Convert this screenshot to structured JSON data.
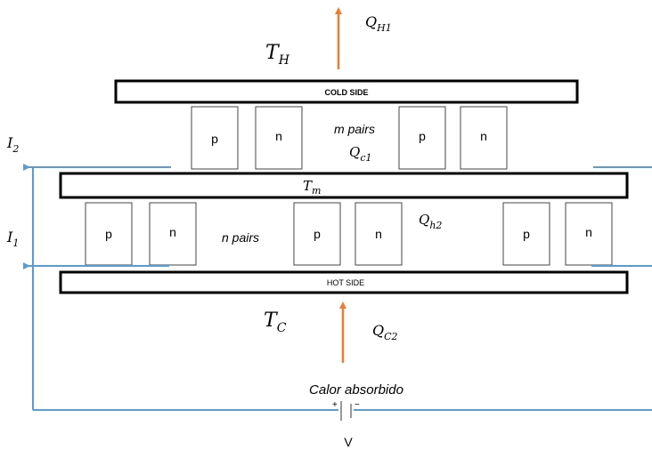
{
  "labels": {
    "q_h1": "Q",
    "q_h1_sub": "H1",
    "t_h": "T",
    "t_h_sub": "H",
    "cold_side": "COLD SIDE",
    "m_pairs": "m pairs",
    "q_c1": "Q",
    "q_c1_sub": "c1",
    "i2": "I",
    "i2_sub": "2",
    "t_m": "T",
    "t_m_sub": "m",
    "i1": "I",
    "i1_sub": "1",
    "n_pairs": "n pairs",
    "q_h2": "Q",
    "q_h2_sub": "h2",
    "hot_side": "HOT SIDE",
    "t_c": "T",
    "t_c_sub": "C",
    "q_c2": "Q",
    "q_c2_sub": "C2",
    "calor": "Calor absorbido",
    "plus": "+",
    "minus": "−",
    "voltage": "V"
  },
  "upper_stage_legs": [
    "p",
    "n",
    "p",
    "n"
  ],
  "lower_stage_legs": [
    "p",
    "n",
    "p",
    "n",
    "p",
    "n"
  ],
  "colors": {
    "wire": "#5b9bd5",
    "heat_arrow": "#ed7d31",
    "plate_border": "#000000"
  }
}
